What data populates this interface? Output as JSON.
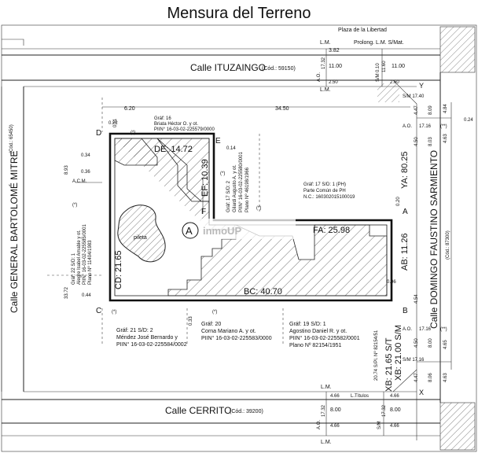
{
  "title": "Mensura del Terreno",
  "streets": {
    "top": "Calle ITUZAINGO",
    "top_code": "(Cód.: 59150)",
    "bottom": "Calle CERRITO",
    "bottom_code": "(Cód.: 39200)",
    "left": "Calle GENERAL BARTOLOMÉ MITRE",
    "left_code": "(Cód.: 65450)",
    "right": "Calle DOMINGO FAUSTINO SARMIENTO",
    "right_code": "(Cód.: 87300)"
  },
  "plaza": "Plaza de la Libertad",
  "prolong": "Prolong. L.M.  S/Mat.",
  "lm": "L.M.",
  "ltitulos": "L.Títulos",
  "acm": "A.C.M.",
  "ao": "A.O.",
  "sm": "S/M",
  "watermark": "inmoUP",
  "circle_label": "A",
  "piscina": "pileta",
  "letters": {
    "a": "A",
    "b": "B",
    "c": "C",
    "d": "D",
    "e": "E",
    "f": "F",
    "x": "X",
    "y": "Y"
  },
  "measures": {
    "de": "DE: 14.72",
    "ef": "EF: 10.39",
    "fa": "FA: 25.98",
    "ab": "AB: 11.26",
    "bc": "BC: 40.70",
    "cd": "CD: 21.65",
    "ya": "YA: 80.25",
    "xb": "XB: 21.65 S/T",
    "xb2": "XB: 21.00 S/M",
    "xb3": "20.74 S/Pl. Nº 82154/51"
  },
  "dims": {
    "d382": "3.82",
    "d1100a": "11.00",
    "d1100b": "11.00",
    "d1732": "17.32",
    "d250": "2.50",
    "d010": "0.10",
    "d1160": "11.60",
    "d260": "2.60",
    "d620": "6.20",
    "d3450": "34.50",
    "d1740": "S/M 17.40",
    "d011": "0.11",
    "d022": "0.22",
    "d034": "0.34",
    "d036": "0.36",
    "d014": "0.14",
    "d893": "8.93",
    "d3372": "33.72",
    "d044": "0.44",
    "d033": "0.33",
    "d020": "0.20",
    "d006": "0.06",
    "d447a": "4.47",
    "d809": "8.09",
    "d484": "4.84",
    "d024": "0.24",
    "d1716a": "17.16",
    "d450a": "4.50",
    "d803": "8.03",
    "d463a": "4.63",
    "d454": "4.54",
    "d1716b": "17.16",
    "d450b": "4.50",
    "d800a": "8.00",
    "d465": "4.65",
    "d1716c": "S/M 17.16",
    "d447b": "4.47",
    "d806": "8.06",
    "d463b": "4.63",
    "d466a": "4.66",
    "d466b": "4.66",
    "d1732b": "17.32",
    "d800b": "8.00",
    "d466c": "4.66",
    "d466d": "4.66",
    "d1732c": "17.32",
    "star": "(*)",
    "star2": "(**)"
  },
  "lots": {
    "graf16": [
      "Gráf: 16",
      "Briata Héctor O. y ot.",
      "PIIN° 16-03-02-225579/0000"
    ],
    "graf17sd2": [
      "Gráf: 17 S/D: 2",
      "Gilardi Augusto A. y ot.",
      "PIIN° 16-03-02-225580/0001",
      "Plano Nº 46198/1966"
    ],
    "graf17sd1": [
      "Gráf: 17 S/D: 1 (PH)",
      "Parte Común de PH",
      "N.C.: 160302015100019"
    ],
    "graf22": [
      "Gráf: 22 S/D: 1",
      "Alegre Isabel Amable y ot.",
      "PIIN° 16-03-02-225585/0001",
      "Plano Nº 11404/1983"
    ],
    "graf21": [
      "Gráf: 21 S/D: 2",
      "Méndez José Bernardo y",
      "PIIN° 16-03-02-225584/0002"
    ],
    "graf20": [
      "Gráf: 20",
      "Corna Mariano A. y ot.",
      "PIIN° 16-03-02-225583/0000"
    ],
    "graf19": [
      "Gráf: 19 S/D: 1",
      "Agostino Daniel R. y ot.",
      "PIIN° 16-03-02-225582/0001",
      "Plano Nº 82154/1951"
    ]
  }
}
